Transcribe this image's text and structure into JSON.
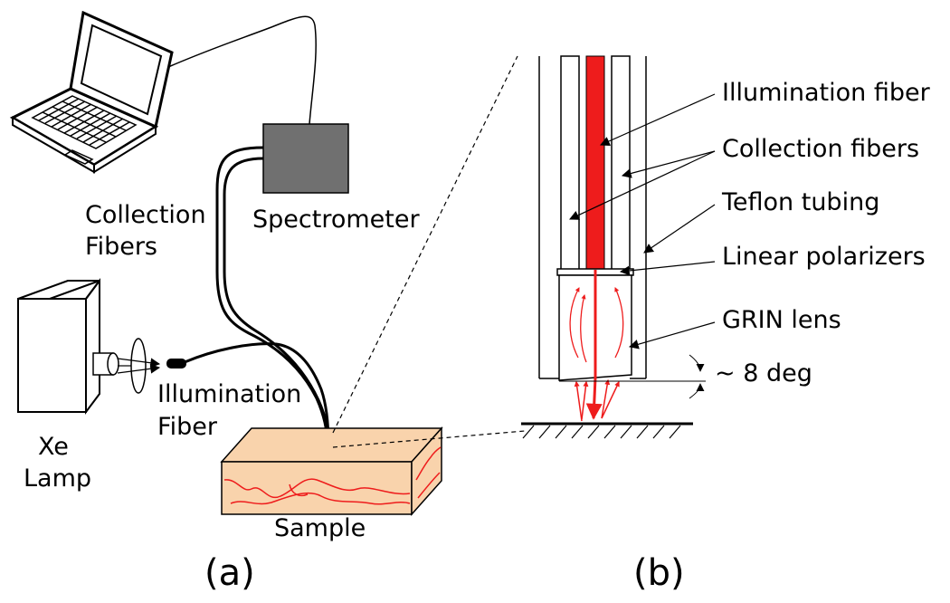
{
  "panel_a": {
    "caption": "(a)",
    "labels": {
      "spectrometer": "Spectrometer",
      "collection_fibers_line1": "Collection",
      "collection_fibers_line2": "Fibers",
      "illumination_fiber_line1": "Illumination",
      "illumination_fiber_line2": "Fiber",
      "lamp_line1": "Xe",
      "lamp_line2": "Lamp",
      "sample": "Sample"
    }
  },
  "panel_b": {
    "caption": "(b)",
    "labels": {
      "illumination_fiber": "Illumination fiber",
      "collection_fibers": "Collection fibers",
      "teflon_tubing": "Teflon tubing",
      "linear_polarizers": "Linear polarizers",
      "grin_lens": "GRIN lens",
      "angle": "~ 8 deg"
    }
  },
  "colors": {
    "illumination_red": "#ee1c1c",
    "spectrometer_gray": "#707070",
    "sample_fill": "#f9d3ac"
  }
}
